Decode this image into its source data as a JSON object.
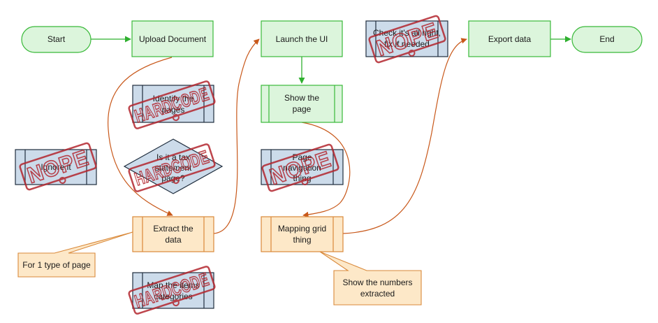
{
  "colors": {
    "green_fill": "#dcf5dc",
    "green_stroke": "#39b939",
    "blue_fill": "#ccdbea",
    "orange_fill": "#fde8c8",
    "orange_stroke": "#d9893a",
    "dark_stroke": "#1f2d3d",
    "stamp_red": "#b3262e",
    "arrow_orange": "#c8581a",
    "arrow_green": "#2fb02f"
  },
  "nodes": {
    "start": "Start",
    "upload": "Upload Document",
    "launch": "Launch the UI",
    "show_page": [
      "Show the",
      "page"
    ],
    "check": [
      "Check it's all right,",
      "fix if needed"
    ],
    "export": "Export data",
    "end": "End",
    "identify": [
      "Identify the",
      "pages"
    ],
    "decision": [
      "Is it a tax",
      "statement",
      "page?"
    ],
    "ignore": "Ignore it",
    "page_nav": [
      "Page",
      "navigation",
      "thing"
    ],
    "extract": [
      "Extract the",
      "data"
    ],
    "mapping": [
      "Mapping grid",
      "thing"
    ],
    "map_items": [
      "Map the items",
      "categories"
    ],
    "callout_1": "For 1 type of page",
    "callout_2": [
      "Show the numbers",
      "extracted"
    ]
  },
  "stamps": {
    "hardcode": "HARDCODE",
    "nope": "NOPE"
  }
}
